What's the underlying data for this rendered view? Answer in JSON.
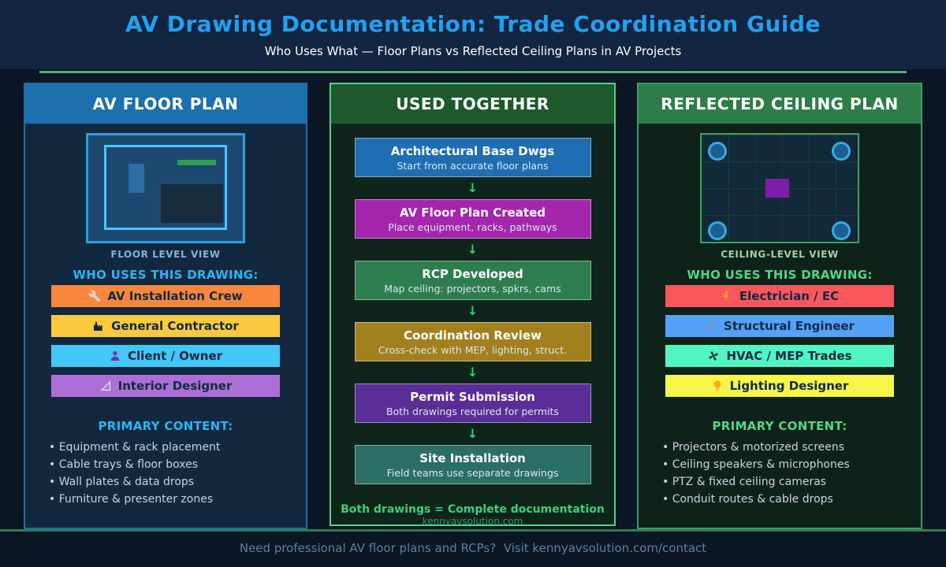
{
  "header": {
    "title": "AV Drawing Documentation: Trade Coordination Guide",
    "subtitle": "Who Uses What — Floor Plans vs Reflected Ceiling Plans in AV Projects"
  },
  "colors": {
    "title_blue": "#21a1f3",
    "accent_green": "#4db377",
    "left_header_blue": "#1e6fad",
    "center_header_green": "#1d5a2c",
    "right_header_green": "#2e7d49"
  },
  "left_panel": {
    "title": "AV FLOOR PLAN",
    "diagram_label": "FLOOR LEVEL VIEW",
    "who_title": "WHO USES THIS DRAWING:",
    "roles": [
      {
        "label": "AV Installation Crew",
        "icon": "wrench-icon",
        "color": "#f8873d"
      },
      {
        "label": "General Contractor",
        "icon": "factory-icon",
        "color": "#fbc940"
      },
      {
        "label": "Client / Owner",
        "icon": "person-icon",
        "color": "#43c6f8"
      },
      {
        "label": "Interior Designer",
        "icon": "set-square-icon",
        "color": "#ad6ed6"
      }
    ],
    "primary_title": "PRIMARY CONTENT:",
    "primary_items": [
      "• Equipment & rack placement",
      "• Cable trays & floor boxes",
      "• Wall plates & data drops",
      "• Furniture & presenter zones"
    ]
  },
  "center_panel": {
    "title": "USED TOGETHER",
    "arrow": "↓",
    "steps": [
      {
        "title": "Architectural Base Dwgs",
        "subtitle": "Start from accurate floor plans",
        "color": "#1f6db3"
      },
      {
        "title": "AV Floor Plan Created",
        "subtitle": "Place equipment, racks, pathways",
        "color": "#a426ad"
      },
      {
        "title": "RCP Developed",
        "subtitle": "Map ceiling: projectors, spkrs, cams",
        "color": "#2e7d4f"
      },
      {
        "title": "Coordination Review",
        "subtitle": "Cross-check with MEP, lighting, struct.",
        "color": "#a1801d"
      },
      {
        "title": "Permit Submission",
        "subtitle": "Both drawings required for permits",
        "color": "#5b2d96"
      },
      {
        "title": "Site Installation",
        "subtitle": "Field teams use separate drawings",
        "color": "#2b6e64"
      }
    ],
    "note": "Both drawings = Complete documentation",
    "site": "kennyavsolution.com"
  },
  "right_panel": {
    "title": "REFLECTED CEILING PLAN",
    "diagram_label": "CEILING-LEVEL VIEW",
    "who_title": "WHO USES THIS DRAWING:",
    "roles": [
      {
        "label": "Electrician / EC",
        "icon": "lightning-icon",
        "color": "#f8575c"
      },
      {
        "label": "Structural Engineer",
        "icon": "bolt-icon",
        "color": "#55a1f8"
      },
      {
        "label": "HVAC / MEP Trades",
        "icon": "fan-icon",
        "color": "#50f5c2"
      },
      {
        "label": "Lighting Designer",
        "icon": "bulb-icon",
        "color": "#f5f54a"
      }
    ],
    "primary_title": "PRIMARY CONTENT:",
    "primary_items": [
      "• Projectors & motorized screens",
      "• Ceiling speakers & microphones",
      "• PTZ & fixed ceiling cameras",
      "• Conduit routes & cable drops"
    ]
  },
  "footer": {
    "text": "Need professional AV floor plans and RCPs?  Visit kennyavsolution.com/contact"
  }
}
